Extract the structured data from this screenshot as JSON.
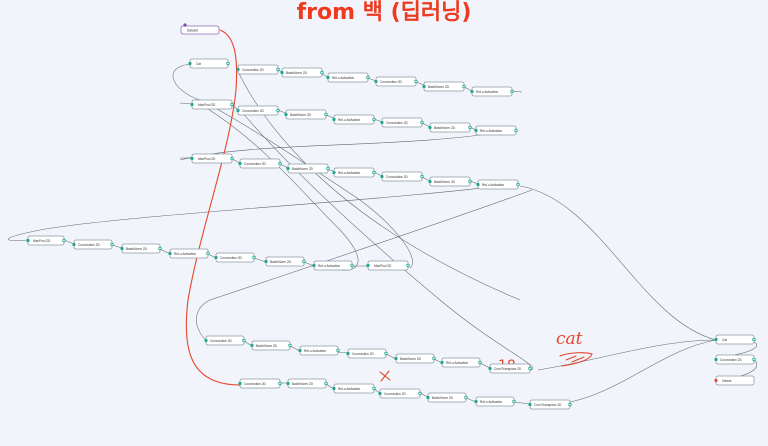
{
  "header": {
    "title": "from 백 (딥러닝)"
  },
  "nodes": {
    "dataset": "Dataset",
    "cat1": "Cat",
    "conv": "Convolution 2D",
    "bn": "BatchNorm 2D",
    "relu": "ReLu Activation",
    "maxpool": "MaxPool 2D",
    "convt": "ConvTranspose 2D",
    "cat2": "Cat",
    "viewer": "Viewer"
  },
  "annotations": {
    "label_18": "18",
    "label_cat": "cat",
    "label_x": "x"
  },
  "colors": {
    "title": "#ee3b1f",
    "port": "#1aa88f",
    "pen": "#e8442a"
  }
}
